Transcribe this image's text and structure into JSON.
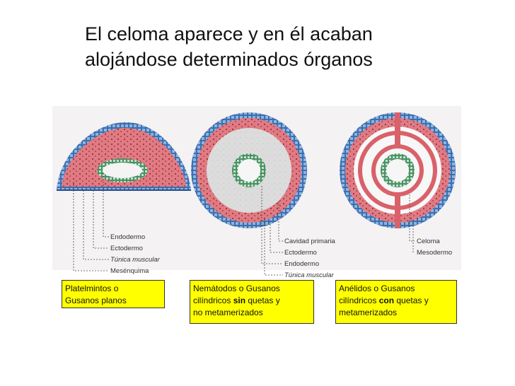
{
  "title": {
    "line1": "El celoma aparece y en él acaban",
    "line2": "alojándose determinados órganos"
  },
  "diagram_labels": {
    "platelmintos": [
      "Endodermo",
      "Ectodermo",
      "Túnica muscular",
      "Mesénquima"
    ],
    "nematodos": [
      "Cavidad primaria",
      "Ectodermo",
      "Endodermo",
      "Túnica muscular"
    ],
    "anelidos": [
      "Celoma",
      "Mesodermo"
    ]
  },
  "callouts": {
    "platelmintos": {
      "line1": "Platelmintos o",
      "line2": "Gusanos planos"
    },
    "nematodos": {
      "line1": "Nemátodos o Gusanos",
      "line2_pre": "cilíndricos ",
      "line2_bold": "sin",
      "line2_post": " quetas y",
      "line3": "no metamerizados"
    },
    "anelidos": {
      "line1": "Anélidos o Gusanos",
      "line2_pre": "cilíndricos ",
      "line2_bold": "con",
      "line2_post": " quetas y",
      "line3": "metamerizados"
    }
  },
  "colors": {
    "ectoderm": "#3b6fb0",
    "mesoderm": "#d9616a",
    "endoderm": "#5fa37a",
    "callout_bg": "#ffff00"
  }
}
